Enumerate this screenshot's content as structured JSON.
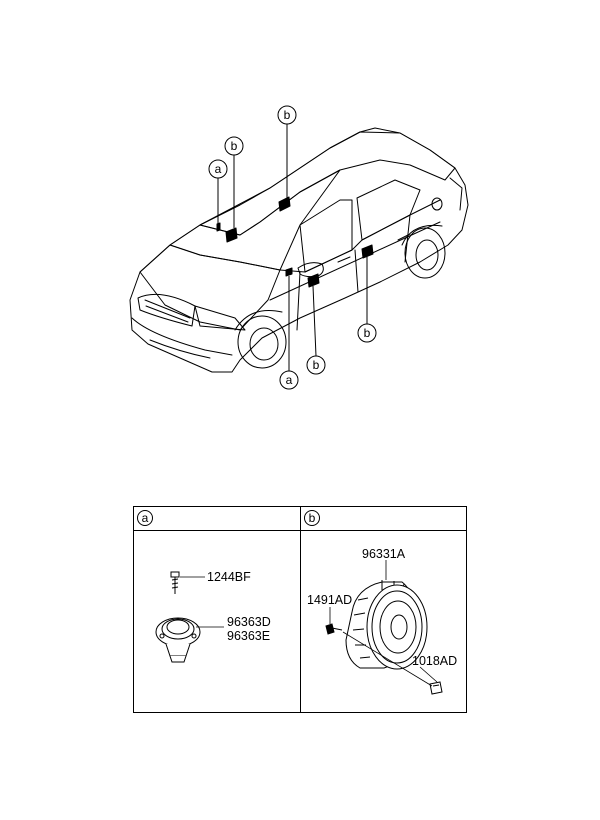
{
  "car_callouts": [
    "b",
    "b",
    "a",
    "a",
    "b",
    "b"
  ],
  "table": {
    "col_a": {
      "header": "a",
      "parts": {
        "screw": "1244BF",
        "tweeter_lh": "96363D",
        "tweeter_rh": "96363E"
      }
    },
    "col_b": {
      "header": "b",
      "parts": {
        "speaker": "96331A",
        "grommet": "1491AD",
        "screw": "1018AD"
      }
    }
  }
}
